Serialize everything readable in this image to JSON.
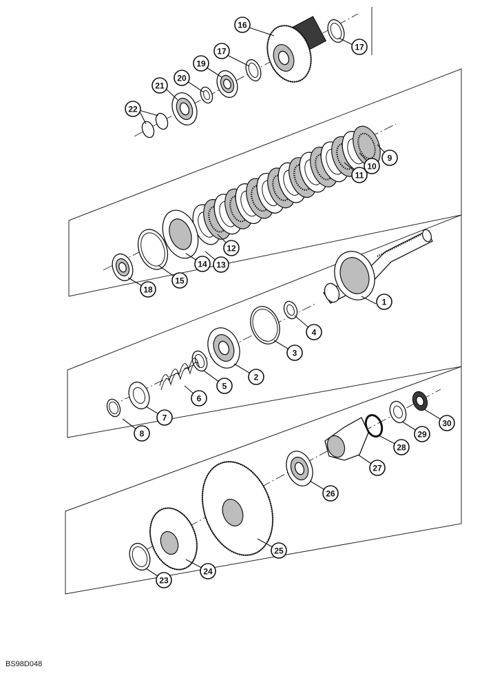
{
  "diagram": {
    "reference_code": "BS98D048",
    "callouts": [
      {
        "id": "c1",
        "label": "1"
      },
      {
        "id": "c2",
        "label": "2"
      },
      {
        "id": "c3",
        "label": "3"
      },
      {
        "id": "c4",
        "label": "4"
      },
      {
        "id": "c5",
        "label": "5"
      },
      {
        "id": "c6",
        "label": "6"
      },
      {
        "id": "c7",
        "label": "7"
      },
      {
        "id": "c8",
        "label": "8"
      },
      {
        "id": "c9",
        "label": "9"
      },
      {
        "id": "c10",
        "label": "10"
      },
      {
        "id": "c11",
        "label": "11"
      },
      {
        "id": "c12",
        "label": "12"
      },
      {
        "id": "c13",
        "label": "13"
      },
      {
        "id": "c14",
        "label": "14"
      },
      {
        "id": "c15",
        "label": "15"
      },
      {
        "id": "c16",
        "label": "16"
      },
      {
        "id": "c17a",
        "label": "17"
      },
      {
        "id": "c17b",
        "label": "17"
      },
      {
        "id": "c18",
        "label": "18"
      },
      {
        "id": "c19",
        "label": "19"
      },
      {
        "id": "c20",
        "label": "20"
      },
      {
        "id": "c21",
        "label": "21"
      },
      {
        "id": "c22",
        "label": "22"
      },
      {
        "id": "c23",
        "label": "23"
      },
      {
        "id": "c24",
        "label": "24"
      },
      {
        "id": "c25",
        "label": "25"
      },
      {
        "id": "c26",
        "label": "26"
      },
      {
        "id": "c27",
        "label": "27"
      },
      {
        "id": "c28",
        "label": "28"
      },
      {
        "id": "c29",
        "label": "29"
      },
      {
        "id": "c30",
        "label": "30"
      }
    ]
  }
}
